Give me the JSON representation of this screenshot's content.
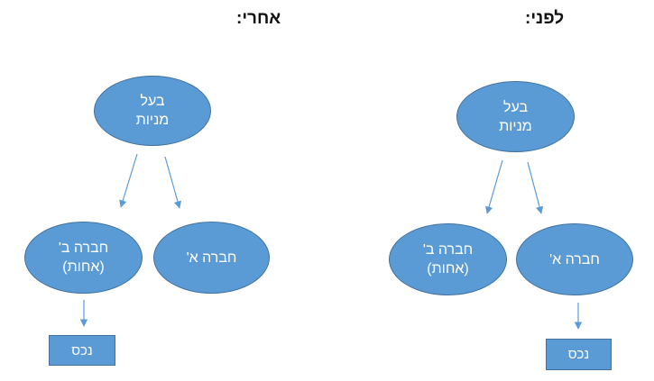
{
  "panels": {
    "after": {
      "title": "אחרי:",
      "owner": {
        "line1": "בעל",
        "line2": "מניות"
      },
      "company_b": {
        "line1": "חברה ב'",
        "line2": "(אחות)"
      },
      "company_a": {
        "label": "חברה א'"
      },
      "asset": {
        "label": "נכס"
      }
    },
    "before": {
      "title": "לפני:",
      "owner": {
        "line1": "בעל",
        "line2": "מניות"
      },
      "company_b": {
        "line1": "חברה ב'",
        "line2": "(אחות)"
      },
      "company_a": {
        "label": "חברה א'"
      },
      "asset": {
        "label": "נכס"
      }
    }
  },
  "colors": {
    "node_fill": "#5b9bd5",
    "node_border": "#41719c",
    "arrow": "#5b9bd5",
    "text": "#ffffff"
  }
}
